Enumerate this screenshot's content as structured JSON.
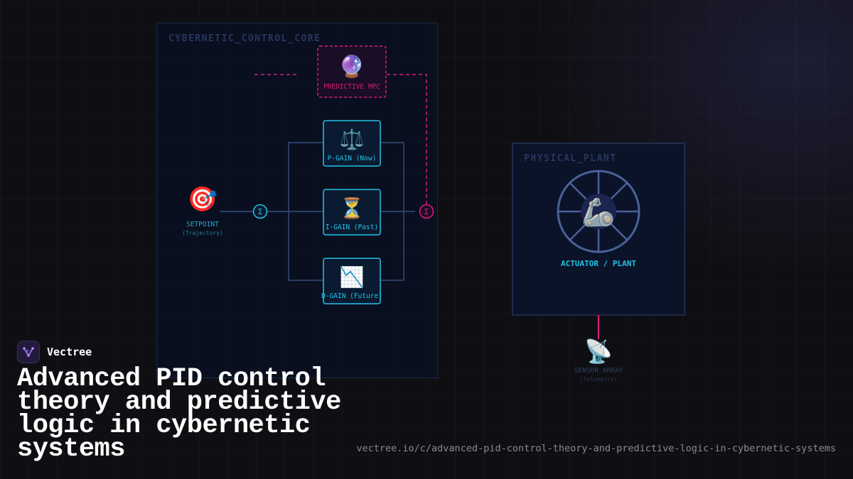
{
  "brand": {
    "name": "Vectree"
  },
  "headline": "Advanced PID control theory and predictive logic in cybernetic systems",
  "url": "vectree.io/c/advanced-pid-control-theory-and-predictive-logic-in-cybernetic-systems",
  "diagram": {
    "control_core": {
      "title": "CYBERNETIC_CONTROL_CORE"
    },
    "physical_plant": {
      "title": "PHYSICAL_PLANT"
    },
    "nodes": {
      "mpc": {
        "icon": "🔮",
        "label": "PREDICTIVE MPC"
      },
      "p_gain": {
        "icon": "⚖️",
        "label": "P-GAIN (Now)"
      },
      "i_gain": {
        "icon": "⏳",
        "label": "I-GAIN (Past)"
      },
      "d_gain": {
        "icon": "📉",
        "label": "D-GAIN (Future)"
      },
      "setpoint": {
        "icon": "🎯",
        "label": "SETPOINT",
        "sub": "(Trajectory)"
      },
      "actuator": {
        "icon": "🦾",
        "label": "ACTUATOR / PLANT"
      },
      "sensor": {
        "icon": "📡",
        "label": "SENSOR ARRAY",
        "sub": "(Telemetry)"
      }
    },
    "summing_symbol": "Σ"
  },
  "colors": {
    "cyan": "#22c3e6",
    "magenta": "#e0197d",
    "navy_line": "#2c3c66",
    "box_fill": "#080f22"
  },
  "icons": {
    "brand_logo": "vectree-logo-icon"
  }
}
